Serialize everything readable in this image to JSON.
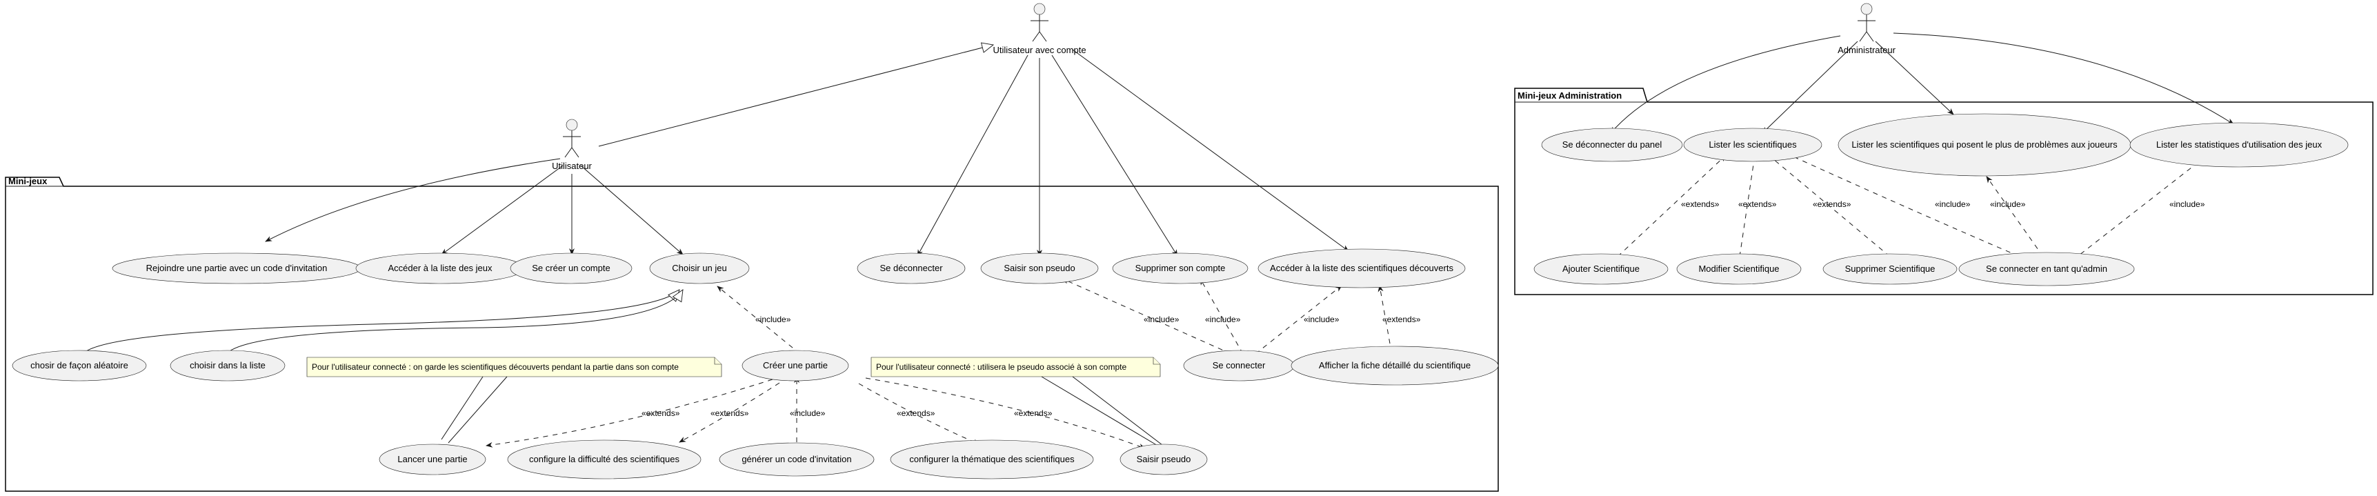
{
  "packages": {
    "minijeux": "Mini-jeux",
    "admin": "Mini-jeux Administration"
  },
  "actors": {
    "utilisateur_compte": "Utilisateur avec compte",
    "utilisateur": "Utilisateur",
    "administrateur": "Administrateur"
  },
  "usecases": {
    "rejoindre": "Rejoindre une partie avec un code d'invitation",
    "acceder_jeux": "Accéder à la liste des jeux",
    "creer_compte": "Se créer un compte",
    "choisir_jeu": "Choisir un jeu",
    "se_deconnecter": "Se déconnecter",
    "saisir_pseudo": "Saisir son pseudo",
    "supprimer_compte": "Supprimer son compte",
    "acceder_scientifiques": "Accéder à la liste des scientifiques découverts",
    "aleatoire": "chosir de façon aléatoire",
    "choisir_liste": "choisir dans la liste",
    "creer_partie": "Créer une partie",
    "se_connecter": "Se connecter",
    "fiche": "Afficher la fiche détaillé du scientifique",
    "lancer": "Lancer une partie",
    "difficulte": "configure la difficulté des scientifiques",
    "code_invitation": "générer un code d'invitation",
    "thematique": "configurer la thématique des scientifiques",
    "saisir_pseudo2": "Saisir pseudo",
    "admin_deconnecter": "Se déconnecter du panel",
    "lister": "Lister les scientifiques",
    "lister_problemes": "Lister les scientifiques qui posent le plus de problèmes aux joueurs",
    "lister_stats": "Lister les statistiques d'utilisation des jeux",
    "ajouter": "Ajouter Scientifique",
    "modifier": "Modifier Scientifique",
    "supprimer_sci": "Supprimer Scientifique",
    "connecter_admin": "Se connecter en tant qu'admin"
  },
  "notes": {
    "note1": "Pour l'utilisateur connecté : on garde les scientifiques découverts pendant la partie dans son compte",
    "note2": "Pour l'utilisateur connecté : utilisera le pseudo associé à son compte"
  },
  "stereotypes": {
    "include": "«include»",
    "extends": "«extends»"
  }
}
